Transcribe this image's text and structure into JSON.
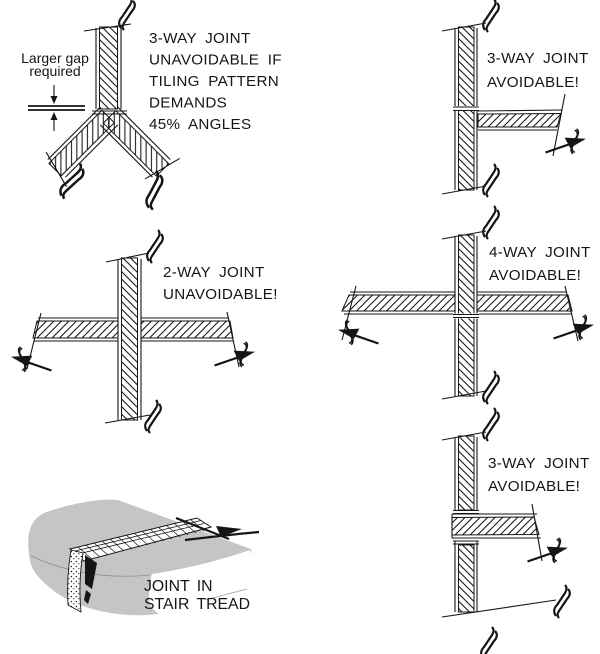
{
  "colors": {
    "ink": "#151515",
    "tread_gray": "#c5c5c5",
    "background": "#ffffff"
  },
  "figures": {
    "f1": {
      "lines": [
        "3-WAY JOINT",
        "UNAVOIDABLE IF",
        "TILING PATTERN",
        "DEMANDS",
        "45% ANGLES"
      ],
      "annotation": [
        "Larger gap",
        "required"
      ]
    },
    "f2": {
      "lines": [
        "3-WAY JOINT",
        "AVOIDABLE!"
      ]
    },
    "f3": {
      "lines": [
        "2-WAY JOINT",
        "UNAVOIDABLE!"
      ]
    },
    "f4": {
      "lines": [
        "4-WAY JOINT",
        "AVOIDABLE!"
      ]
    },
    "f5": {
      "lines": [
        "JOINT IN",
        "STAIR TREAD"
      ]
    },
    "f6": {
      "lines": [
        "3-WAY JOINT",
        "AVOIDABLE!"
      ]
    }
  }
}
